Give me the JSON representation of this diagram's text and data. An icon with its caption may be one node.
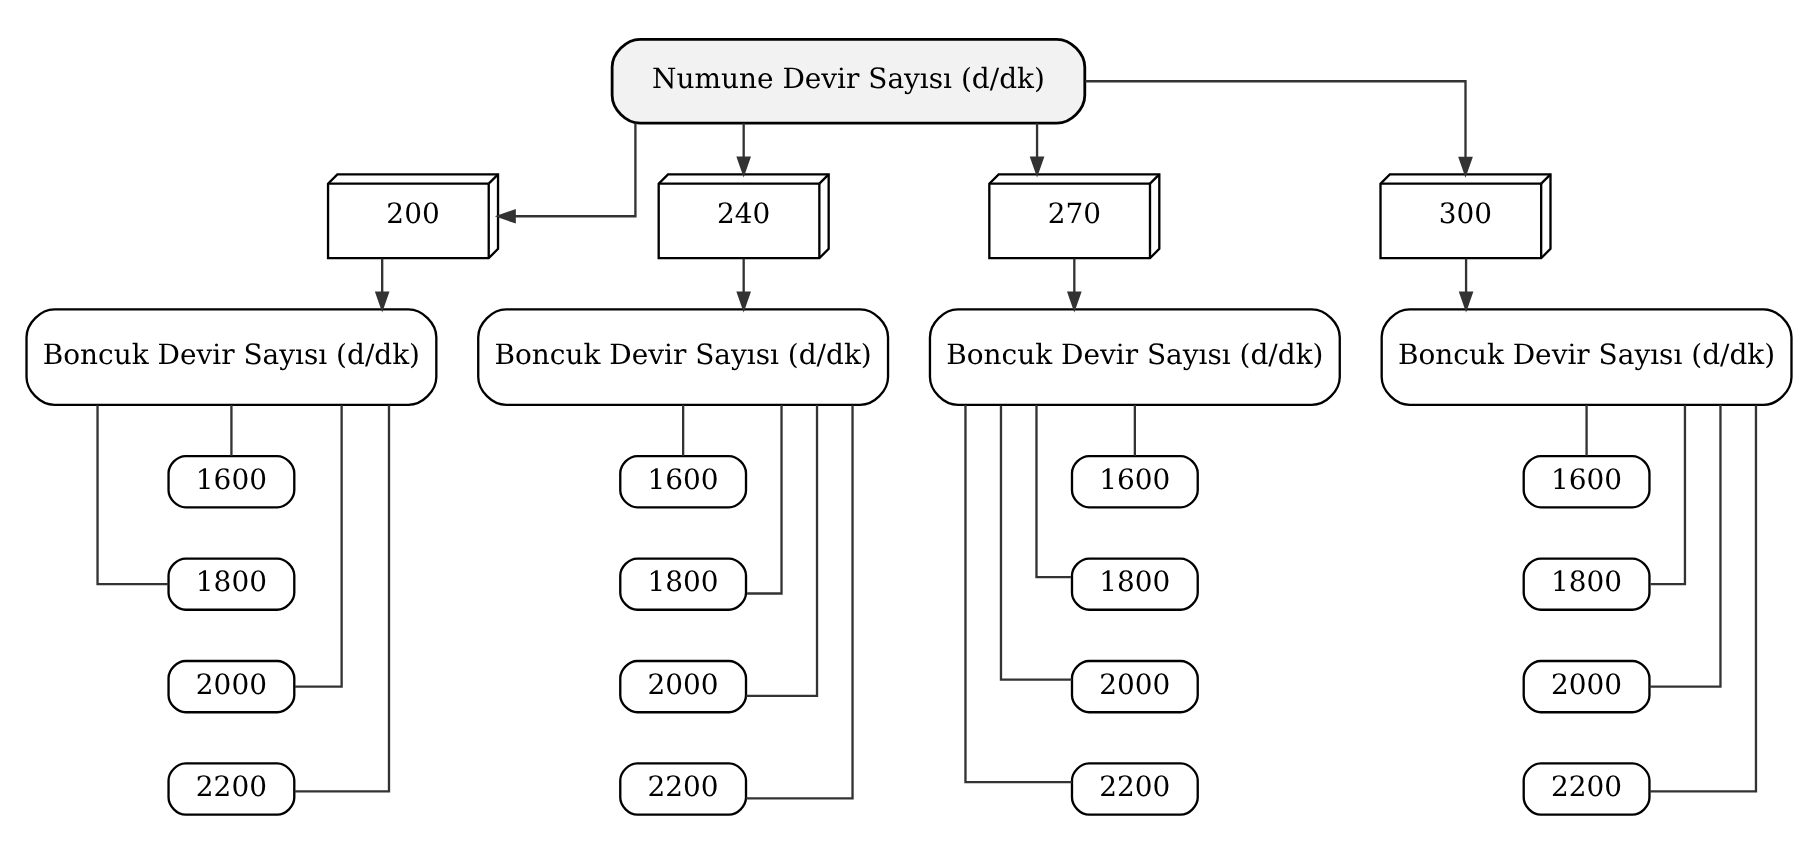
{
  "diagram": {
    "nodes": [
      {
        "text": [
          "Numune Devir Sayısı (d/dk)"
        ]
      },
      {
        "text": [
          "200"
        ]
      },
      {
        "text": [
          "Boncuk Devir Sayısı (d/dk)"
        ]
      },
      {
        "text": [
          "1600"
        ]
      },
      {
        "text": [
          "1800"
        ]
      },
      {
        "text": [
          "2000"
        ]
      },
      {
        "text": [
          "2200"
        ]
      },
      {
        "text": [
          "240"
        ]
      },
      {
        "text": [
          "Boncuk Devir Sayısı (d/dk)"
        ]
      },
      {
        "text": [
          "1600"
        ]
      },
      {
        "text": [
          "1800"
        ]
      },
      {
        "text": [
          "2000"
        ]
      },
      {
        "text": [
          "2200"
        ]
      },
      {
        "text": [
          "270"
        ]
      },
      {
        "text": [
          "Boncuk Devir Sayısı (d/dk)"
        ]
      },
      {
        "text": [
          "1600"
        ]
      },
      {
        "text": [
          "1800"
        ]
      },
      {
        "text": [
          "2000"
        ]
      },
      {
        "text": [
          "2200"
        ]
      },
      {
        "text": [
          "300"
        ]
      },
      {
        "text": [
          "Boncuk Devir Sayısı (d/dk)"
        ]
      },
      {
        "text": [
          "1600"
        ]
      },
      {
        "text": [
          "1800"
        ]
      },
      {
        "text": [
          "2000"
        ]
      },
      {
        "text": [
          "2200"
        ]
      }
    ],
    "edges": [
      {
        "from": 0,
        "to": 1,
        "arrow": "to"
      },
      {
        "from": 0,
        "to": 7,
        "arrow": "to"
      },
      {
        "from": 0,
        "to": 13,
        "arrow": "to"
      },
      {
        "from": 0,
        "to": 19,
        "arrow": "to"
      },
      {
        "from": 1,
        "to": 2,
        "arrow": "to"
      },
      {
        "from": 2,
        "to": 3,
        "arrow": "none"
      },
      {
        "from": 2,
        "to": 4,
        "arrow": "none"
      },
      {
        "from": 2,
        "to": 5,
        "arrow": "none"
      },
      {
        "from": 2,
        "to": 6,
        "arrow": "none"
      },
      {
        "from": 7,
        "to": 8,
        "arrow": "to"
      },
      {
        "from": 8,
        "to": 9,
        "arrow": "none"
      },
      {
        "from": 8,
        "to": 10,
        "arrow": "none"
      },
      {
        "from": 8,
        "to": 11,
        "arrow": "none"
      },
      {
        "from": 8,
        "to": 12,
        "arrow": "none"
      },
      {
        "from": 13,
        "to": 14,
        "arrow": "to"
      },
      {
        "from": 14,
        "to": 15,
        "arrow": "none"
      },
      {
        "from": 14,
        "to": 16,
        "arrow": "none"
      },
      {
        "from": 14,
        "to": 17,
        "arrow": "none"
      },
      {
        "from": 14,
        "to": 18,
        "arrow": "none"
      },
      {
        "from": 19,
        "to": 20,
        "arrow": "to"
      },
      {
        "from": 20,
        "to": 21,
        "arrow": "none"
      },
      {
        "from": 20,
        "to": 22,
        "arrow": "none"
      },
      {
        "from": 20,
        "to": 23,
        "arrow": "none"
      },
      {
        "from": 20,
        "to": 24,
        "arrow": "none"
      }
    ]
  }
}
